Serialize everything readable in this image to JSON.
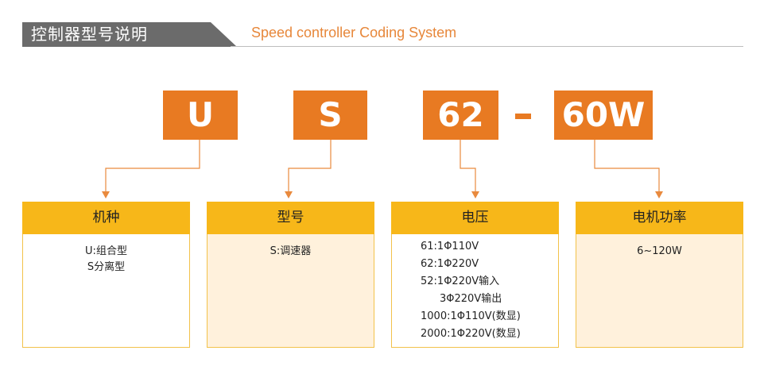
{
  "header": {
    "title": "控制器型号说明",
    "subtitle": "Speed controller Coding System"
  },
  "codes": [
    {
      "label": "U"
    },
    {
      "label": "S"
    },
    {
      "label": "62"
    },
    {
      "label": "-"
    },
    {
      "label": "60W"
    }
  ],
  "cards": [
    {
      "title": "机种",
      "lines": [
        "U:组合型",
        "S分离型"
      ]
    },
    {
      "title": "型号",
      "lines": [
        "S:调速器"
      ]
    },
    {
      "title": "电压",
      "lines": [
        "61:1Φ110V",
        "62:1Φ220V",
        "52:1Φ220V输入",
        "3Φ220V输出",
        "1000:1Φ110V(数显)",
        "2000:1Φ220V(数显)"
      ]
    },
    {
      "title": "电机功率",
      "lines": [
        "6~120W"
      ]
    }
  ],
  "colors": {
    "code_box": "#e87a22",
    "card_header": "#f7b719",
    "card_body_cream": "#fff1dc",
    "header_tab": "#6b6b6b",
    "subtitle": "#e7873a"
  }
}
